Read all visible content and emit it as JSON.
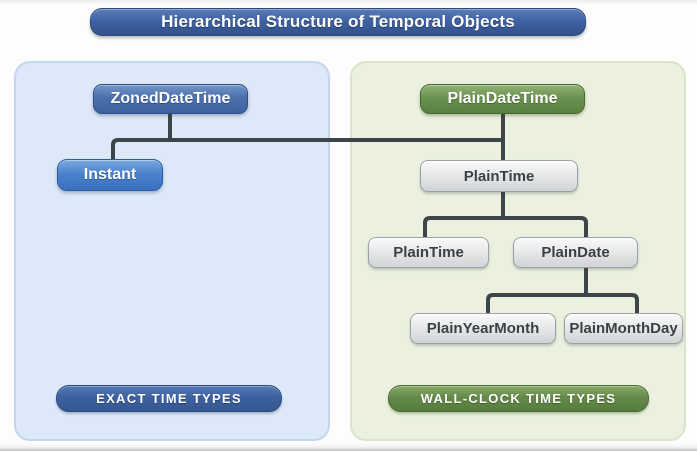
{
  "title": "Hierarchical Structure of Temporal Objects",
  "left_panel": {
    "caption": "EXACT TIME TYPES",
    "nodes": {
      "zoned_date_time": "ZonedDateTime",
      "instant": "Instant"
    }
  },
  "right_panel": {
    "caption": "WALL-CLOCK TIME TYPES",
    "nodes": {
      "plain_date_time": "PlainDateTime",
      "plain_time_parent": "PlainTime",
      "plain_time": "PlainTime",
      "plain_date": "PlainDate",
      "plain_year_month": "PlainYearMonth",
      "plain_month_day": "PlainMonthDay"
    }
  },
  "hierarchy": {
    "edges": [
      {
        "from": "ZonedDateTime",
        "to": "Instant"
      },
      {
        "from": "ZonedDateTime",
        "to": "PlainTime (parent)"
      },
      {
        "from": "PlainDateTime",
        "to": "PlainTime (parent)"
      },
      {
        "from": "PlainTime (parent)",
        "to": "PlainTime"
      },
      {
        "from": "PlainTime (parent)",
        "to": "PlainDate"
      },
      {
        "from": "PlainDate",
        "to": "PlainYearMonth"
      },
      {
        "from": "PlainDate",
        "to": "PlainMonthDay"
      }
    ]
  },
  "colors": {
    "title_banner": "#3f62a2",
    "blue_node": "#4a70ad",
    "light_blue_node": "#4b82cb",
    "green_node": "#6b9150",
    "gray_node": "#e4e5e6",
    "left_panel_bg": "#dde9f8",
    "right_panel_bg": "#ebf1de",
    "connector": "#3c4549"
  }
}
